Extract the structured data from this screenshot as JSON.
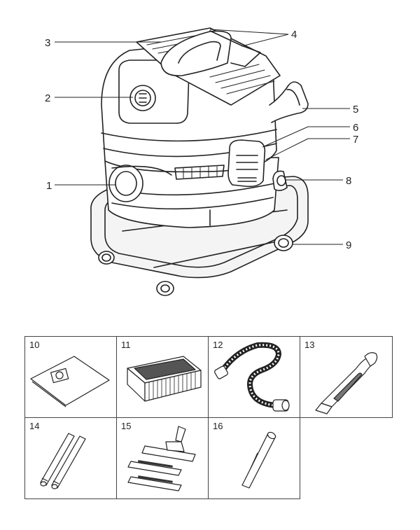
{
  "main_callouts": [
    {
      "id": "callout-1",
      "label": "1"
    },
    {
      "id": "callout-2",
      "label": "2"
    },
    {
      "id": "callout-3",
      "label": "3"
    },
    {
      "id": "callout-4",
      "label": "4"
    },
    {
      "id": "callout-5",
      "label": "5"
    },
    {
      "id": "callout-6",
      "label": "6"
    },
    {
      "id": "callout-7",
      "label": "7"
    },
    {
      "id": "callout-8",
      "label": "8"
    },
    {
      "id": "callout-9",
      "label": "9"
    }
  ],
  "accessories": [
    {
      "label": "10",
      "icon": "filter-bag-icon"
    },
    {
      "label": "11",
      "icon": "flat-pleated-filter-icon"
    },
    {
      "label": "12",
      "icon": "suction-hose-icon"
    },
    {
      "label": "13",
      "icon": "elbow-handle-icon"
    },
    {
      "label": "14",
      "icon": "extension-tubes-icon"
    },
    {
      "label": "15",
      "icon": "floor-nozzle-icon"
    },
    {
      "label": "16",
      "icon": "crevice-nozzle-icon"
    }
  ]
}
